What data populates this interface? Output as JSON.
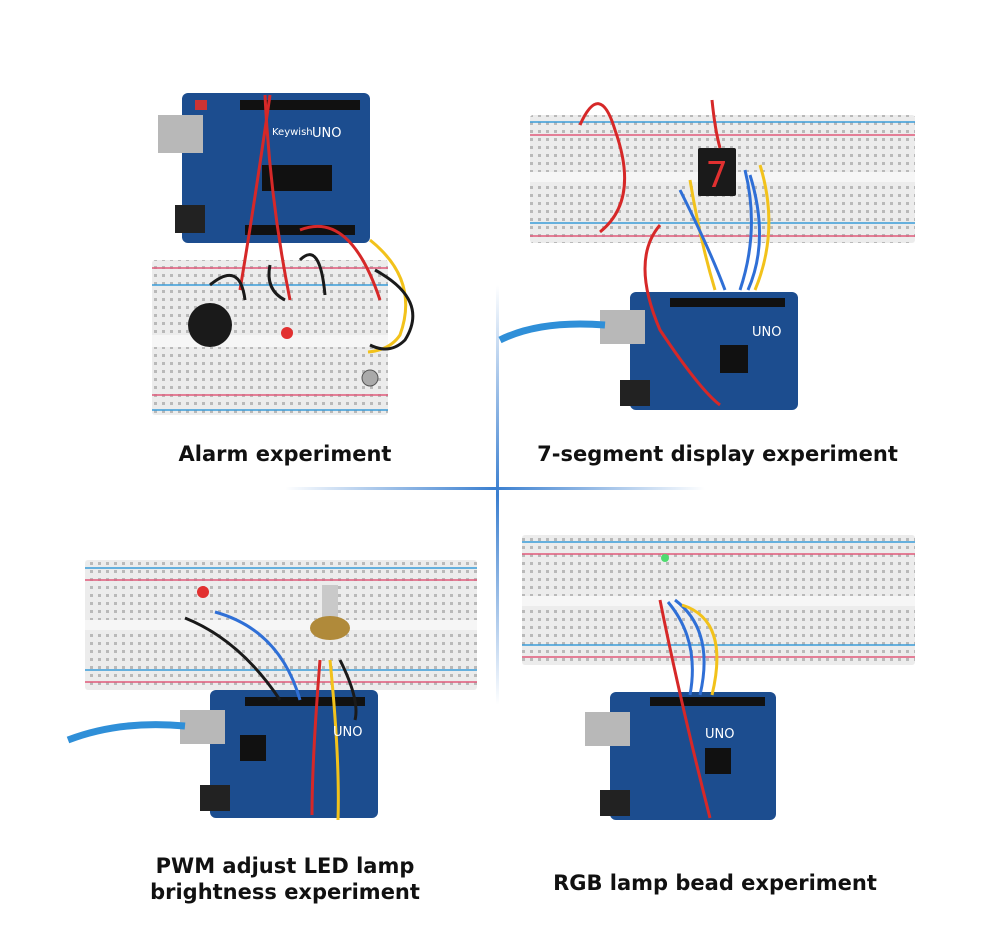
{
  "captions": {
    "alarm": "Alarm experiment",
    "segment": "7-segment display experiment",
    "pwm_line1": "PWM adjust LED lamp",
    "pwm_line2": "brightness experiment",
    "rgb": "RGB lamp bead experiment"
  },
  "board_labels": {
    "keywish_brand": "Keywish",
    "uno": "UNO"
  },
  "colors": {
    "board_blue": "#1c4d8f",
    "breadboard": "#ececec",
    "rail_red": "#e05a7a",
    "rail_blue": "#3a9bd8",
    "wire_red": "#d62828",
    "wire_yellow": "#f2c21b",
    "wire_blue": "#2f6fd6",
    "wire_black": "#1a1a1a",
    "divider": "#3a7fd0"
  }
}
